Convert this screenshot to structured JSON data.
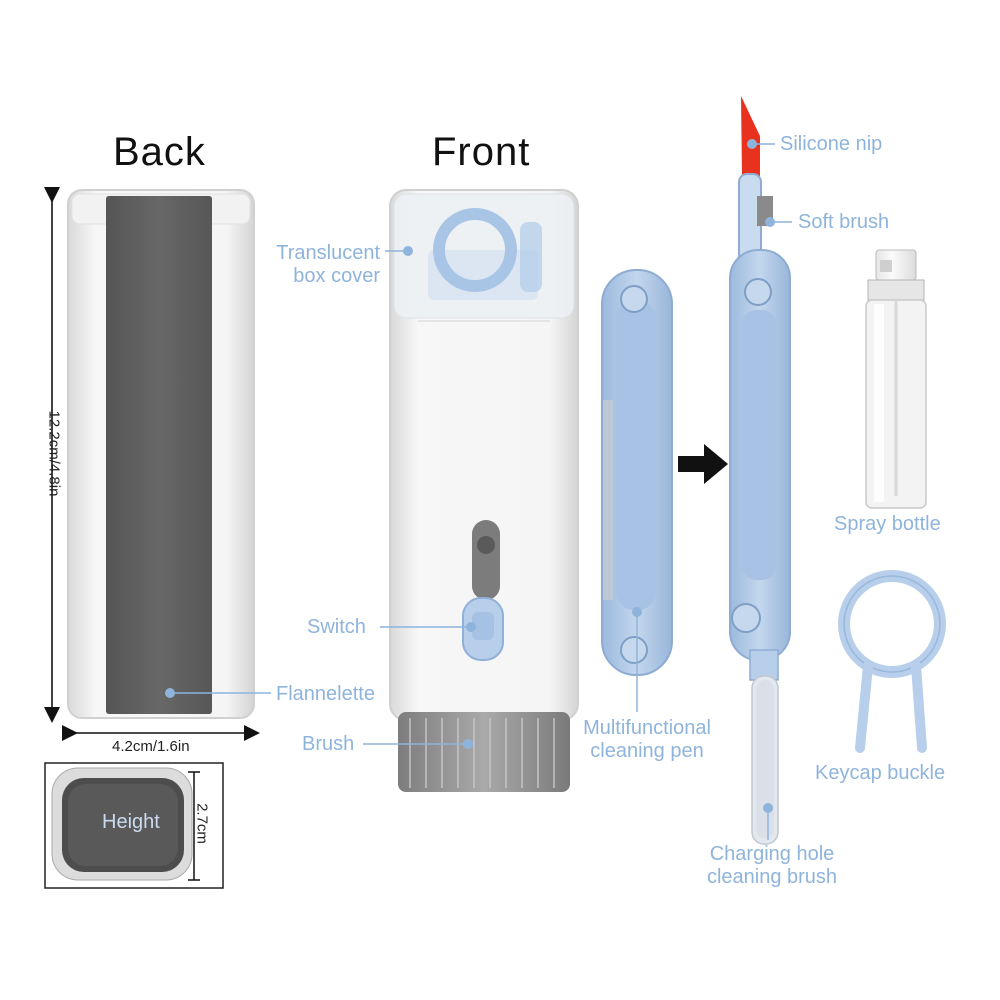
{
  "headings": {
    "back": "Back",
    "front": "Front"
  },
  "dimensions": {
    "length": "12.2cm/4.8in",
    "width": "4.2cm/1.6in",
    "height": "2.7cm",
    "height_inset": "Height"
  },
  "labels": {
    "translucent_cover": [
      "Translucent",
      "box cover"
    ],
    "switch": "Switch",
    "flannelette": "Flannelette",
    "brush": "Brush",
    "multifunctional_pen": [
      "Multifunctional",
      "cleaning pen"
    ],
    "silicone_nip": "Silicone nip",
    "soft_brush": "Soft brush",
    "spray_bottle": "Spray bottle",
    "keycap_buckle": "Keycap buckle",
    "charging_brush": [
      "Charging hole",
      "cleaning brush"
    ]
  },
  "colors": {
    "label": "#8fb4dc",
    "pen": "#b7cfea",
    "pen_edge": "#7f9fc4",
    "flannel": "#6a6a6a",
    "nib": "#e8321e"
  }
}
